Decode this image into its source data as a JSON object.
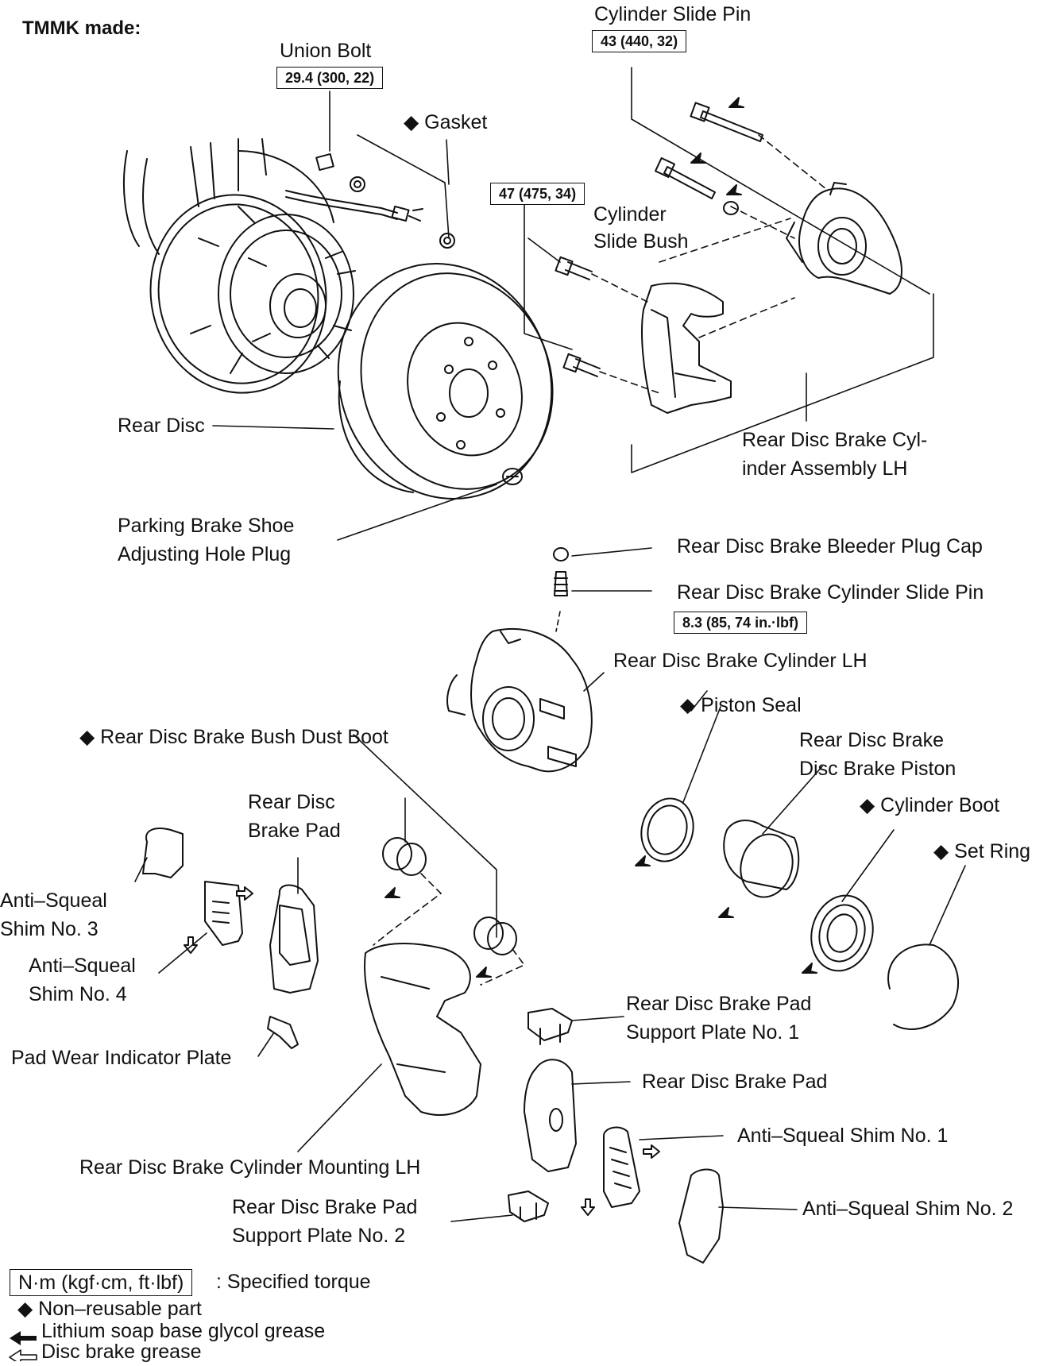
{
  "title": "TMMK made:",
  "labels": {
    "cylinder_slide_pin": "Cylinder Slide Pin",
    "union_bolt": "Union Bolt",
    "gasket": "◆ Gasket",
    "cylinder_slide_bush_1": "Cylinder",
    "cylinder_slide_bush_2": "Slide Bush",
    "rear_disc": "Rear Disc",
    "cyl_assembly_1": "Rear Disc Brake Cyl-",
    "cyl_assembly_2": "inder Assembly LH",
    "hole_plug_1": "Parking Brake Shoe",
    "hole_plug_2": "Adjusting Hole Plug",
    "bleeder_cap": "Rear Disc Brake Bleeder Plug Cap",
    "bleeder_slide_pin": "Rear Disc Brake Cylinder Slide Pin",
    "cylinder_lh": "Rear Disc Brake Cylinder LH",
    "piston_seal": "◆ Piston Seal",
    "piston_1": "Rear Disc Brake",
    "piston_2": "Disc Brake Piston",
    "bush_dust_boot": "◆  Rear Disc Brake Bush Dust Boot",
    "pad_top_1": "Rear Disc",
    "pad_top_2": "Brake Pad",
    "cylinder_boot": "◆  Cylinder Boot",
    "set_ring": "◆  Set Ring",
    "shim3_1": "Anti–Squeal",
    "shim3_2": "Shim No. 3",
    "shim4_1": "Anti–Squeal",
    "shim4_2": "Shim No. 4",
    "support1_1": "Rear Disc Brake Pad",
    "support1_2": "Support Plate No. 1",
    "wear_plate": "Pad Wear Indicator Plate",
    "pad_right": "Rear Disc Brake Pad",
    "shim1": "Anti–Squeal Shim No. 1",
    "mounting": "Rear Disc Brake Cylinder Mounting LH",
    "support2_1": "Rear Disc Brake Pad",
    "support2_2": "Support Plate No. 2",
    "shim2": "Anti–Squeal Shim No. 2"
  },
  "torques": {
    "cylinder_slide_pin": "43 (440, 32)",
    "union_bolt": "29.4 (300, 22)",
    "mount_bolt": "47 (475, 34)",
    "bleeder": "8.3 (85, 74 in.·lbf)"
  },
  "legend": {
    "torque_box": "N·m (kgf·cm, ft·lbf)",
    "torque_text": ": Specified torque",
    "nonreusable": "◆ Non–reusable part",
    "lithium": "Lithium soap base glycol grease",
    "disc_grease": "Disc brake grease"
  }
}
